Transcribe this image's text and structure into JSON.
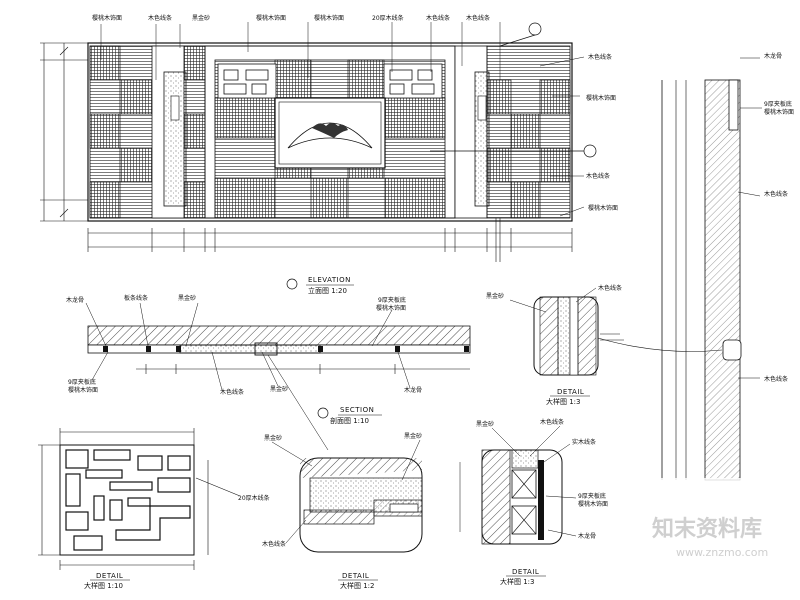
{
  "titles": {
    "elevation_en": "ELEVATION",
    "elevation_cn": "立面图 1:20",
    "section_en": "SECTION",
    "section_cn": "剖面图 1:10",
    "detail_en": "DETAIL",
    "detail_col_cn": "大样图 1:3",
    "detail_lattice_cn": "大样图 1:10",
    "detail_joint_cn": "大样图 1:2",
    "detail_door_cn": "大样图 1:3"
  },
  "elevation": {
    "labels": [
      "樱桃木饰面",
      "木色线条",
      "黑金砂",
      "樱桃木饰面",
      "樱桃木饰面",
      "20厚木线条",
      "木色线条",
      "木色线条",
      "木色线条",
      "樱桃木饰面",
      "木色线条",
      "樱桃木饰面"
    ]
  },
  "section": {
    "labels": [
      "木龙骨",
      "板条线条",
      "黑金砂",
      "9厚夹板底",
      "樱桃木饰面",
      "9厚夹板底",
      "樱桃木饰面",
      "木色线条",
      "黑金砂",
      "木龙骨"
    ]
  },
  "detail_column": {
    "labels": [
      "黑金砂",
      "木色线条"
    ]
  },
  "vertical": {
    "labels": [
      "木龙骨",
      "9厚夹板底",
      "樱桃木饰面",
      "木色线条",
      "木色线条"
    ]
  },
  "detail_lattice": {
    "labels": [
      "20厚木线条"
    ]
  },
  "detail_joint": {
    "labels": [
      "黑金砂",
      "黑金砂",
      "木色线条"
    ]
  },
  "detail_door": {
    "labels": [
      "黑金砂",
      "木色线条",
      "实木线条",
      "9厚夹板底",
      "樱桃木饰面",
      "木龙骨"
    ]
  },
  "watermark": {
    "brand": "知末资料库",
    "url": "www.znzmo.com"
  }
}
